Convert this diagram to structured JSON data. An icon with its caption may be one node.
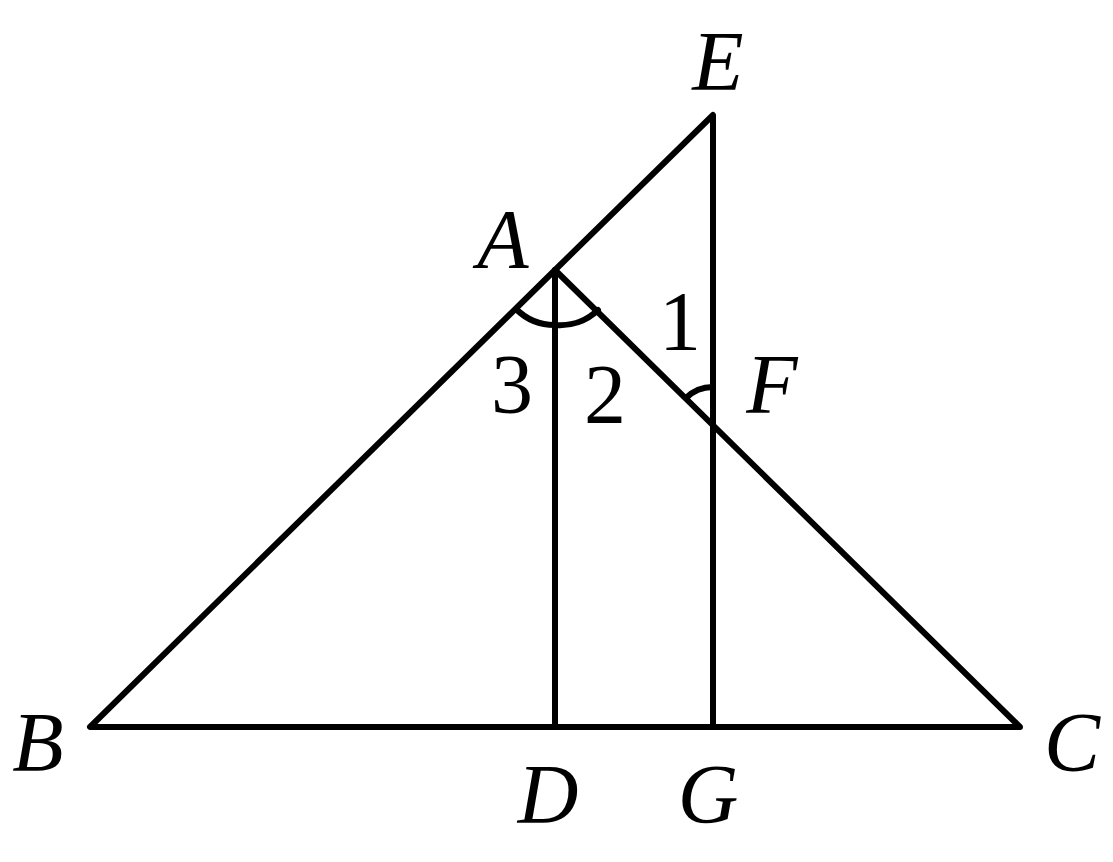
{
  "diagram": {
    "labels": [
      "E",
      "A",
      "1",
      "3",
      "2",
      "F",
      "B",
      "C",
      "D",
      "G"
    ]
  }
}
